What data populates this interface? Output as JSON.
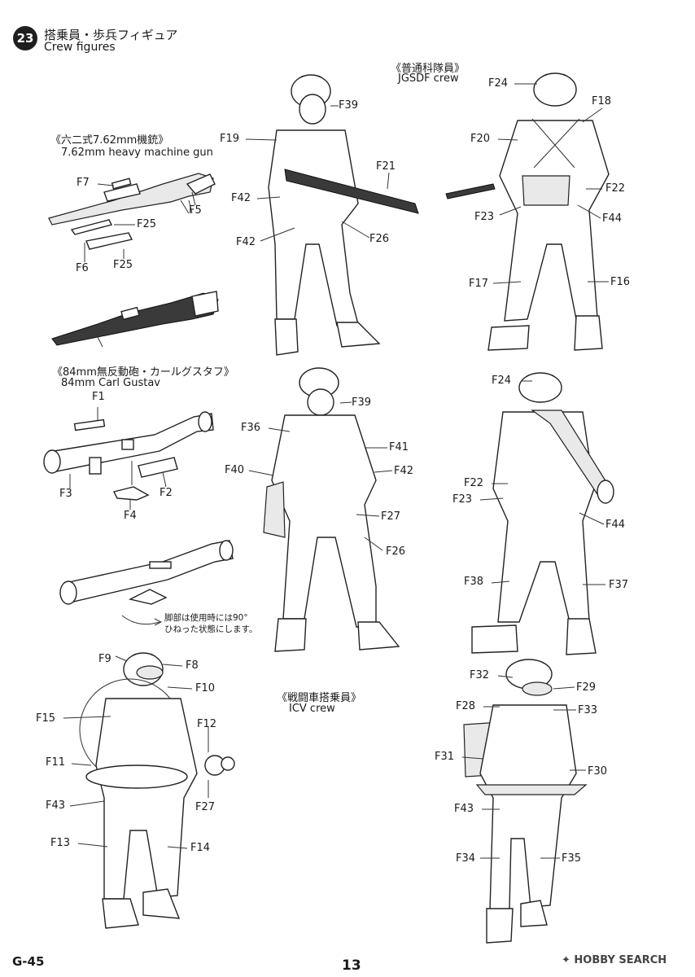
{
  "header": {
    "step_number": "23",
    "title_ja": "搭乗員・歩兵フィギュア",
    "title_en": "Crew figures"
  },
  "captions": {
    "jgsdf_ja": "《普通科隊員》",
    "jgsdf_en": "JGSDF crew",
    "mg_ja": "《六二式7.62mm機銃》",
    "mg_en": "7.62mm heavy machine gun",
    "cg_ja": "《84mm無反動砲・カールグスタフ》",
    "cg_en": "84mm Carl Gustav",
    "icv_ja": "《戦闘車搭乗員》",
    "icv_en": "ICV crew",
    "note_line1": "脚部は使用時には90°",
    "note_line2": "ひねった状態にします。"
  },
  "parts": {
    "F1": "F1",
    "F2": "F2",
    "F3": "F3",
    "F4": "F4",
    "F5": "F5",
    "F6": "F6",
    "F7": "F7",
    "F8": "F8",
    "F9": "F9",
    "F10": "F10",
    "F11": "F11",
    "F12": "F12",
    "F13": "F13",
    "F14": "F14",
    "F15": "F15",
    "F16": "F16",
    "F17": "F17",
    "F18": "F18",
    "F19": "F19",
    "F20": "F20",
    "F21": "F21",
    "F22": "F22",
    "F23": "F23",
    "F24": "F24",
    "F25": "F25",
    "F26": "F26",
    "F27": "F27",
    "F28": "F28",
    "F29": "F29",
    "F30": "F30",
    "F31": "F31",
    "F32": "F32",
    "F33": "F33",
    "F34": "F34",
    "F35": "F35",
    "F36": "F36",
    "F37": "F37",
    "F38": "F38",
    "F39": "F39",
    "F40": "F40",
    "F41": "F41",
    "F42": "F42",
    "F43": "F43",
    "F44": "F44"
  },
  "footer": {
    "code": "G-45",
    "page_number": "13",
    "watermark": "HOBBY SEARCH"
  }
}
